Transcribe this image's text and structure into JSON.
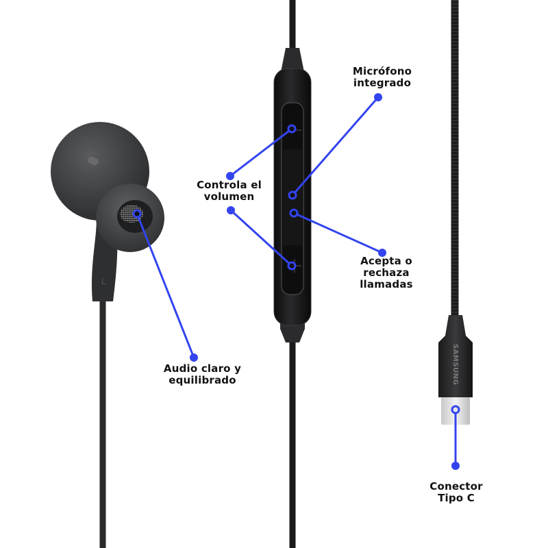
{
  "product": {
    "brand_text": "SAMSUNG",
    "earbud_side_marker": "L"
  },
  "colors": {
    "callout_blue": "#3344ee",
    "product_black": "#1c1c1e",
    "earbud_gray": "#3a3b3d",
    "connector_silver": "#dcdcdc",
    "background": "#ffffff",
    "text": "#111111"
  },
  "callouts": [
    {
      "id": "mic",
      "lines": [
        "Micrófono",
        "integrado"
      ]
    },
    {
      "id": "volume",
      "lines": [
        "Controla el",
        "volumen"
      ]
    },
    {
      "id": "calls",
      "lines": [
        "Acepta o",
        "rechaza",
        "llamadas"
      ]
    },
    {
      "id": "audio",
      "lines": [
        "Audio claro y",
        "equilibrado"
      ]
    },
    {
      "id": "connector",
      "lines": [
        "Conector",
        "Tipo C"
      ]
    }
  ]
}
